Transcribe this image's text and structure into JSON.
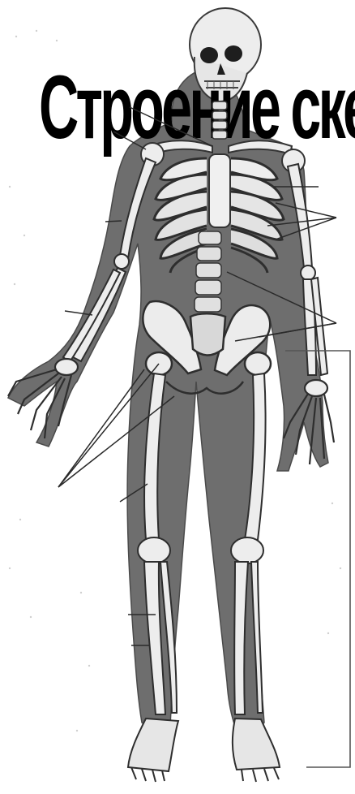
{
  "title": "Строение скелета",
  "colors": {
    "background": "#ffffff",
    "figure": "#6e6e6e",
    "bone": "#ededed",
    "bone_shadow": "#3a3a3a",
    "pointer_lines": "#2a2a2a",
    "bracket": "#555555"
  },
  "figure": {
    "subject": "human-skeleton-anterior-view",
    "icon": "skeleton-illustration"
  }
}
